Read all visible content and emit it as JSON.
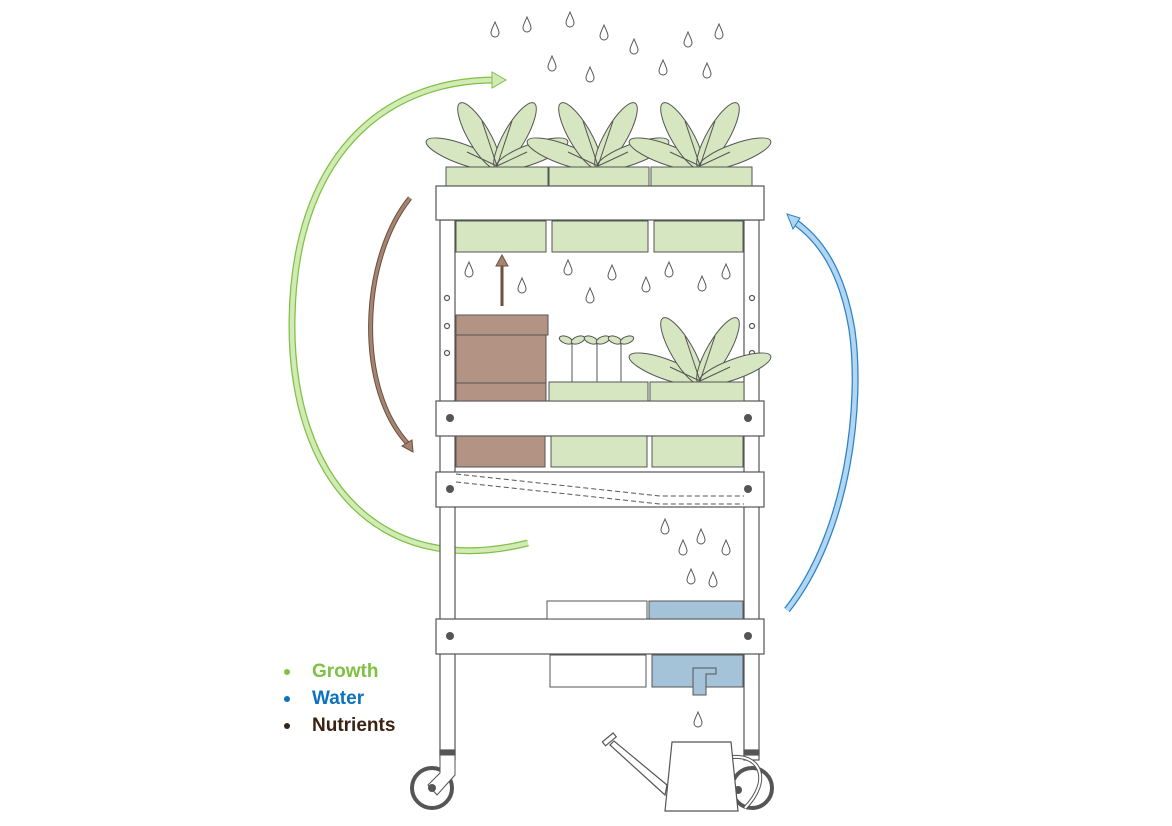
{
  "legend": [
    {
      "label": "Growth",
      "color": "#7dc243"
    },
    {
      "label": "Water",
      "color": "#0a72c0"
    },
    {
      "label": "Nutrients",
      "color": "#3b2314"
    }
  ],
  "colors": {
    "planter": "#d5e6c0",
    "compost": "#b39383",
    "reservoir": "#a4c3d9",
    "outline": "#555555",
    "growth_arrow": "#c9e3a8",
    "water_arrow": "#a8d0ee",
    "nutrient_arrow": "#a48472"
  }
}
